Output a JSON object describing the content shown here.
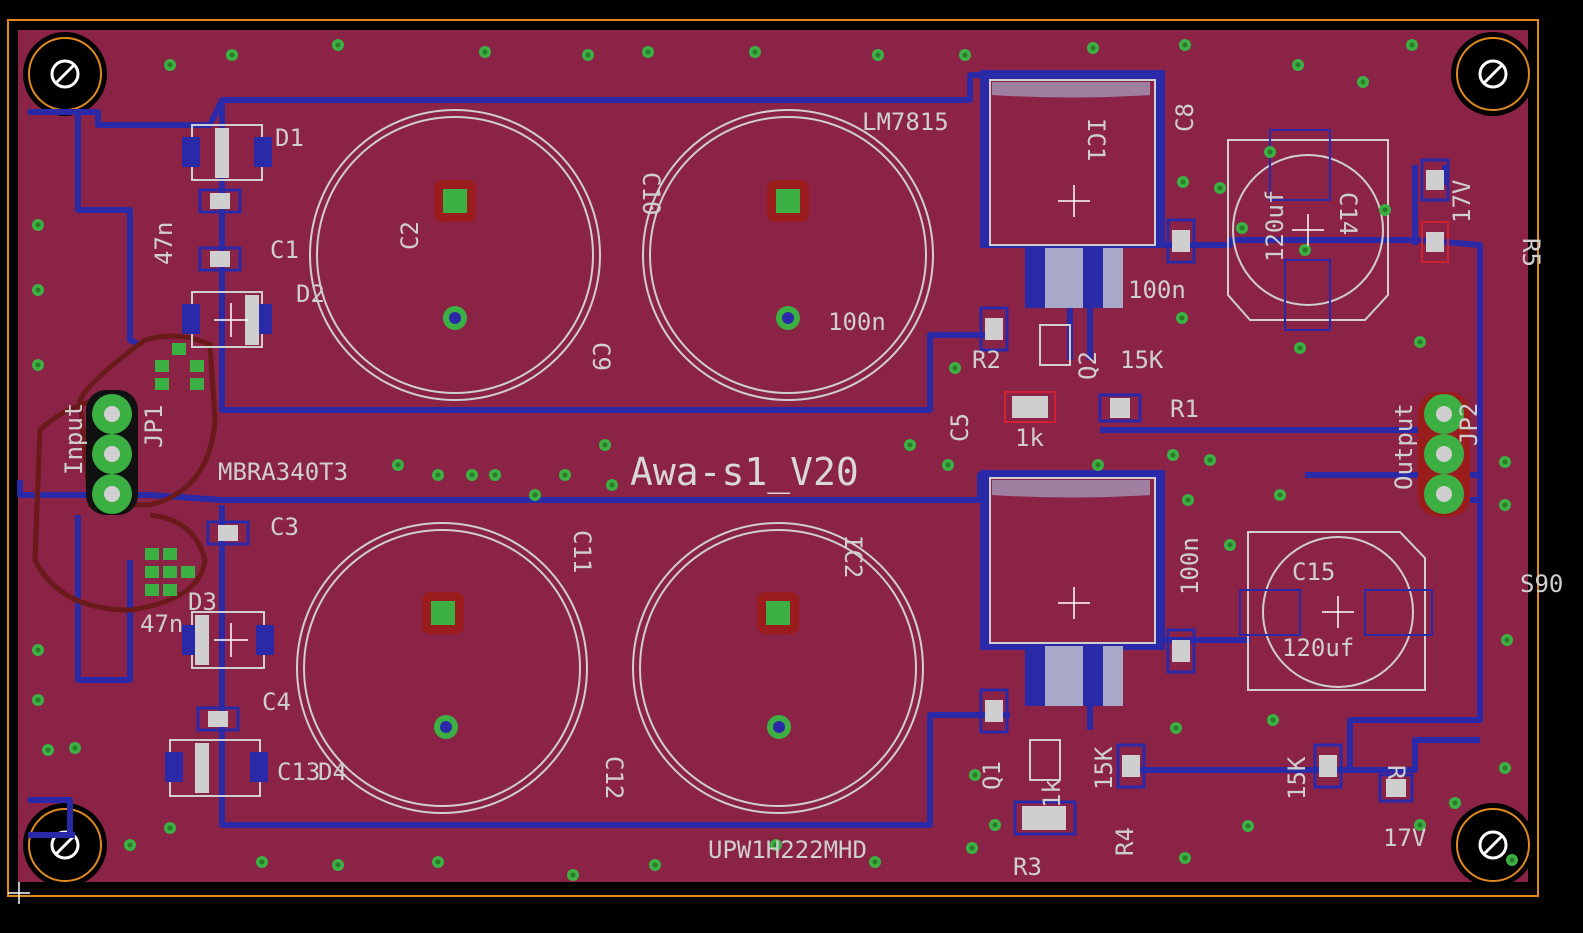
{
  "board_title": "Awa-s1_V20",
  "colors": {
    "background": "#000000",
    "board_copper": "#8b2347",
    "trace": "#2a2aa8",
    "silkscreen": "#cfcfcf",
    "via": "#3cb043",
    "pad_ring": "#9a1c1c",
    "outline": "#e08a1e"
  },
  "labels": {
    "d1": "D1",
    "d2": "D2",
    "d3": "D3",
    "d4": "D4",
    "c1": "C1",
    "c2": "C2",
    "c3": "C3",
    "c4": "C4",
    "c5": "C5",
    "c8": "C8",
    "c9": "C9",
    "c10": "C10",
    "c11": "C11",
    "c12": "C12",
    "c13": "C13",
    "c14": "C14",
    "c15": "C15",
    "ic1": "IC1",
    "ic2": "IC2",
    "r1": "R1",
    "r2": "R2",
    "r3": "R3",
    "r4": "R4",
    "r5": "R5",
    "r6": "R6",
    "q1": "Q1",
    "q2": "Q2",
    "jp1": "JP1",
    "jp2": "JP2",
    "input": "Input",
    "output": "Output",
    "v47n_top": "47n",
    "v47n_bot": "47n",
    "mbra": "MBRA340T3",
    "lm7815": "LM7815",
    "v100n_a": "100n",
    "v100n_b": "100n",
    "v100n_c": "100n",
    "v15k_a": "15K",
    "v15k_b": "15K",
    "v15k_c": "15K",
    "v1k_a": "1k",
    "v1k_b": "1k",
    "v120uf_a": "120uf",
    "v120uf_b": "120uf",
    "v17v_a": "17V",
    "v17v_b": "17V",
    "upw": "UPW1H222MHD",
    "s90": "S90"
  }
}
